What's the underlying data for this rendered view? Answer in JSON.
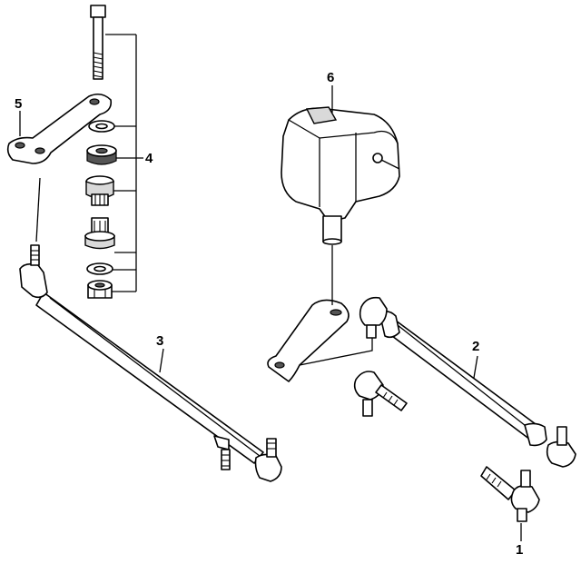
{
  "callouts": {
    "c1": "1",
    "c2": "2",
    "c3": "3",
    "c4": "4",
    "c5": "5",
    "c6": "6"
  },
  "icons": {
    "steering_gear_box": "steering-gear-box-icon",
    "pitman_arm": "pitman-arm-icon",
    "idler_arm": "idler-arm-icon",
    "center_link": "center-link-icon",
    "tie_rod": "tie-rod-icon",
    "tie_rod_end": "tie-rod-end-icon",
    "bolt": "bolt-icon",
    "bushing": "bushing-icon",
    "washer": "washer-icon",
    "nut": "nut-icon"
  }
}
